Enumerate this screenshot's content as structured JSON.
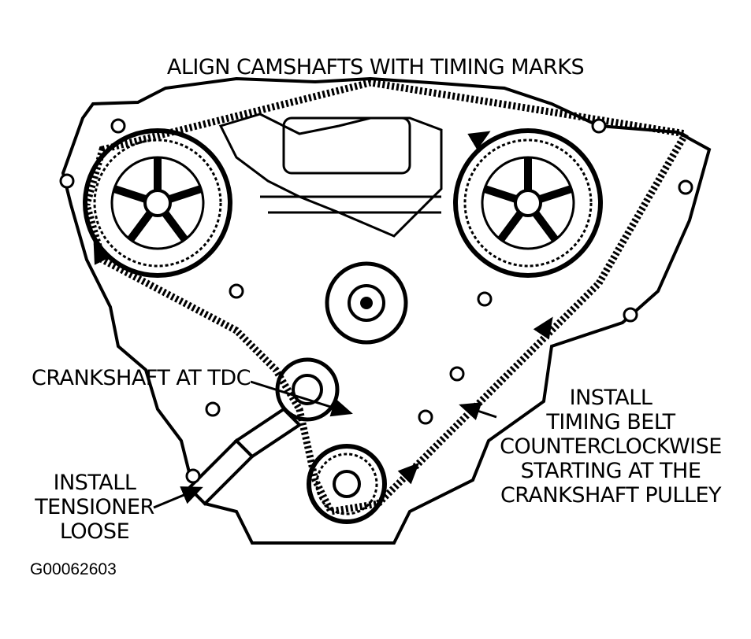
{
  "title": "ALIGN CAMSHAFTS WITH TIMING MARKS",
  "labels": {
    "crankshaft": "CRANKSHAFT AT TDC",
    "install_belt": [
      "INSTALL",
      "TIMING BELT",
      "COUNTERCLOCKWISE",
      "STARTING AT THE",
      "CRANKSHAFT PULLEY"
    ],
    "install_tensioner": [
      "INSTALL",
      "TENSIONER",
      "LOOSE"
    ]
  },
  "figure_id": "G00062603",
  "colors": {
    "ink": "#000000",
    "paper": "#ffffff"
  }
}
